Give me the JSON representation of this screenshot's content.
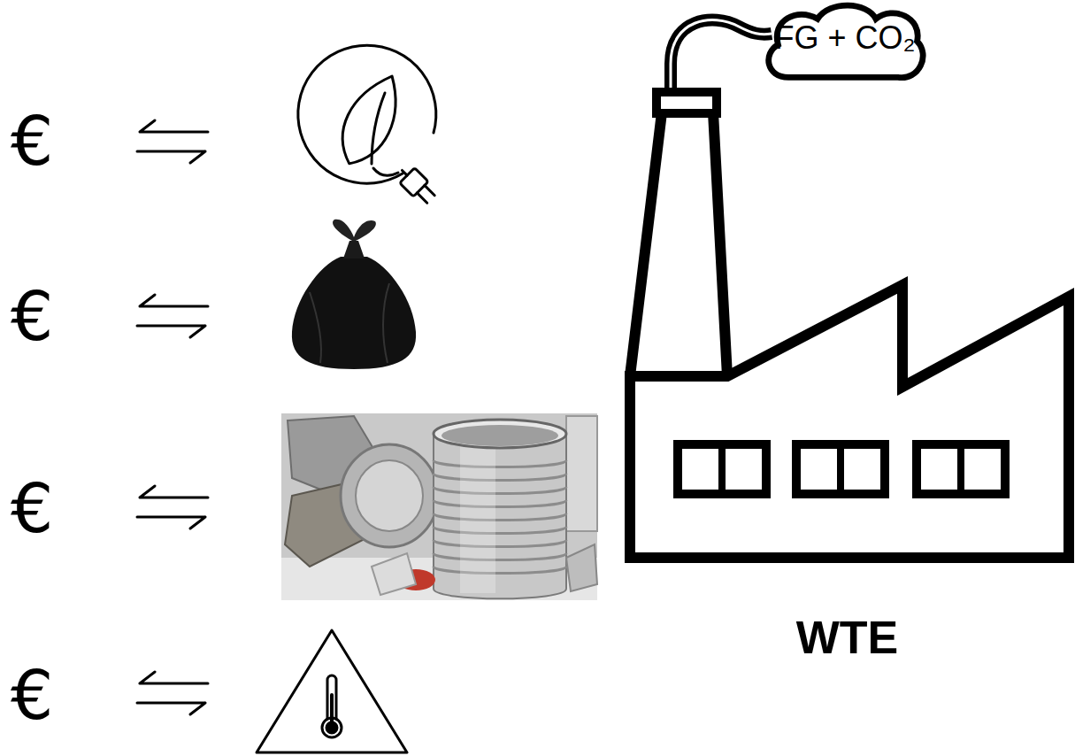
{
  "diagram": {
    "nodes": [
      {
        "text": [
          "FG + CO₂"
        ]
      },
      {
        "text": [
          "WTE"
        ]
      }
    ],
    "labels": [
      "€",
      "€",
      "€",
      "€"
    ]
  }
}
